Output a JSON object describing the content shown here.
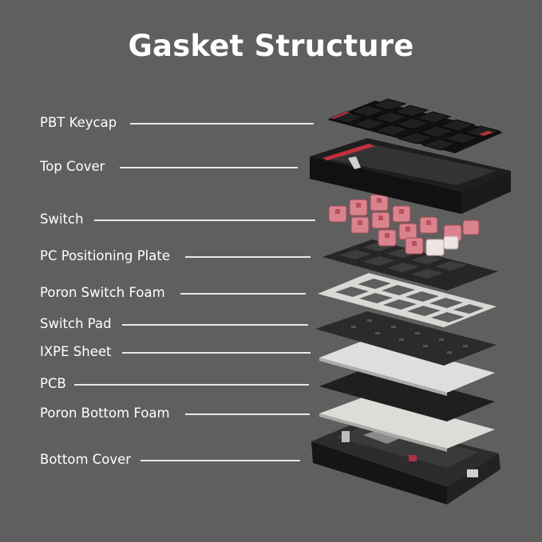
{
  "title": "Gasket Structure",
  "layers": [
    {
      "label": "PBT Keycap"
    },
    {
      "label": "Top Cover"
    },
    {
      "label": "Switch"
    },
    {
      "label": "PC Positioning Plate"
    },
    {
      "label": "Poron Switch Foam"
    },
    {
      "label": "Switch Pad"
    },
    {
      "label": "IXPE Sheet"
    },
    {
      "label": "PCB"
    },
    {
      "label": "Poron Bottom Foam"
    },
    {
      "label": "Bottom Cover"
    }
  ],
  "colors": {
    "background": "#5f5f5f",
    "text": "#ffffff",
    "leader_line": "#e8e8e8",
    "keycap": "#1b1b1b",
    "accent_red": "#c0303e",
    "switch_pink": "#d9838d",
    "foam_white": "#dcdcd8",
    "plate_dark": "#2a2a2a"
  }
}
